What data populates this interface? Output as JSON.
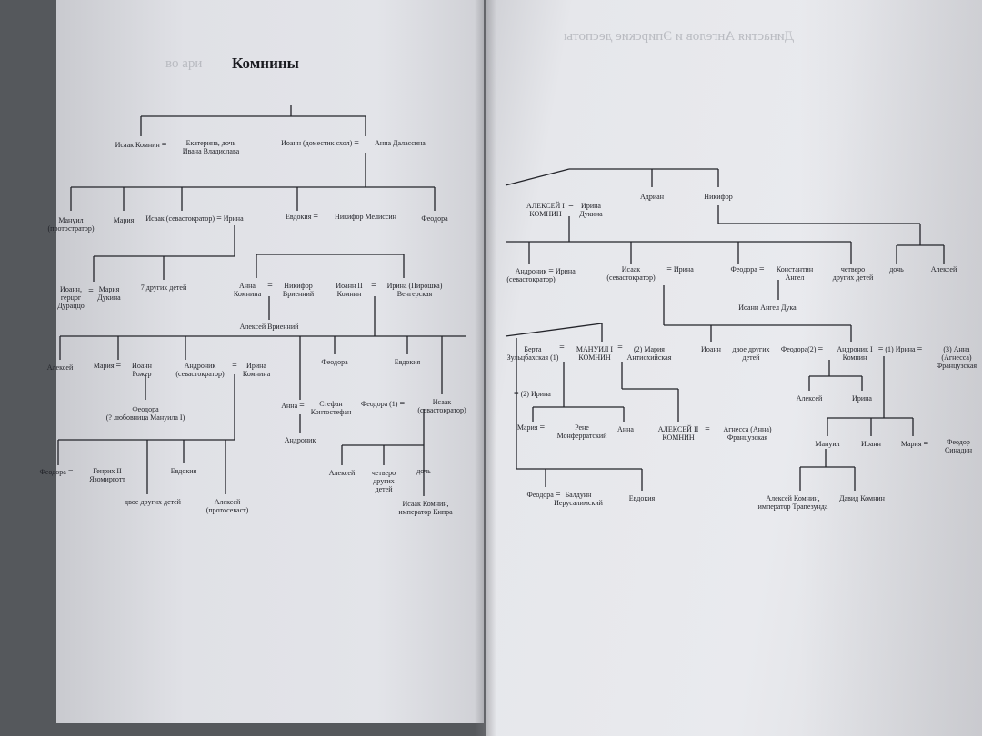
{
  "title": "Комнины",
  "ghost": {
    "right_title": "Династия Ангелов и Эпирские деспоты",
    "left_title": "во ари"
  },
  "labels": {
    "isaak_komnin": "Исаак Комнин",
    "ekaterina": "Екатерина, дочь",
    "ekaterina2": "Ивана Владислава",
    "ioann_domestic": "Иоанн (доместик схол)",
    "anna_dalassina": "Анна Далассина",
    "manuil_proto": "Мануил",
    "manuil_proto2": "(протостратор)",
    "maria1": "Мария",
    "isaak_sebasto": "Исаак (севастократор)",
    "irina1": "Ирина",
    "evdokia1": "Евдокия",
    "nikifor_melissin": "Никифор Мелиссин",
    "feodora1": "Феодора",
    "ioann_gertsog": "Иоанн,",
    "ioann_gertsog2": "герцог",
    "ioann_gertsog3": "Дураццо",
    "maria_dukina": "Мария",
    "maria_dukina2": "Дукина",
    "seven_children": "7 других детей",
    "anna_komnina": "Анна",
    "anna_komnina2": "Комнина",
    "nikifor_vrienny": "Никифор",
    "nikifor_vrienny2": "Вриенний",
    "ioann2": "Иоанн II",
    "ioann2b": "Комнин",
    "irina_piroshka": "Ирина (Пирошка)",
    "irina_piroshka2": "Венгерская",
    "aleksei_vrienny": "Алексей Вриенний",
    "aleksei1": "Алексей",
    "maria2": "Мария",
    "ioann_rozher": "Иоанн",
    "ioann_rozher2": "Рожер",
    "andronik_sebasto": "Андроник",
    "andronik_sebasto2": "(севастократор)",
    "irina_komnina": "Ирина",
    "irina_komnina2": "Комнина",
    "feodora2": "Феодора",
    "evdokia2": "Евдокия",
    "feodora_lover": "Феодора",
    "feodora_lover2": "(? любовница Мануила I)",
    "anna2": "Анна",
    "stefan": "Стефан",
    "stefan2": "Контостефан",
    "feodora_1": "Феодора (1)",
    "isaak_sebasto2": "Исаак",
    "isaak_sebasto2b": "(севастократор)",
    "andronik2": "Андроник",
    "feodora3": "Феодора",
    "genrih": "Генрих II",
    "genrih2": "Язомирготт",
    "evdokia3": "Евдокия",
    "two_children": "двое других детей",
    "aleksei_protosevast": "Алексей",
    "aleksei_protosevast2": "(протосеваст)",
    "aleksei2": "Алексей",
    "four_children": "четверо",
    "four_children2": "других",
    "four_children3": "детей",
    "doch1": "дочь",
    "isaak_kipr": "Исаак Комнин,",
    "isaak_kipr2": "император Кипра",
    "aleksei_i": "АЛЕКСЕЙ I",
    "aleksei_i2": "КОМНИН",
    "irina_dukina": "Ирина",
    "irina_dukina2": "Дукина",
    "adrian": "Адриан",
    "nikifor": "Никифор",
    "andronik_r": "Андроник",
    "andronik_r2": "(севастократор)",
    "irina_r1": "Ирина",
    "isaak_r": "Исаак",
    "isaak_r2": "(севастократор)",
    "irina_r2": "Ирина",
    "feodora_r": "Феодора",
    "konstantin": "Константин",
    "konstantin2": "Ангел",
    "four_r": "четверо",
    "four_r2": "других детей",
    "doch_r": "дочь",
    "aleksei_r": "Алексей",
    "ioann_angel": "Иоанн Ангел Дука",
    "berta": "Берта",
    "berta2": "Зульцбахская (1)",
    "manuil_i": "МАНУИЛ I",
    "manuil_i2": "КОМНИН",
    "maria_antioh": "(2) Мария",
    "maria_antioh2": "Антиохийская",
    "ioann_r": "Иоанн",
    "two_r": "двое других",
    "two_r2": "детей",
    "feodora_2": "Феодора(2)",
    "andronik_i": "Андроник I",
    "andronik_i2": "Комнин",
    "irina_1": "(1) Ирина",
    "anna_agnessa": "(3) Анна",
    "anna_agnessa2": "(Агнесса)",
    "anna_agnessa3": "Французская",
    "irina_2": "(2) Ирина",
    "aleksei_r2": "Алексей",
    "irina_r3": "Ирина",
    "maria_r": "Мария",
    "rene": "Рене",
    "rene2": "Монферратский",
    "anna_r": "Анна",
    "aleksei_ii": "АЛЕКСЕЙ II",
    "aleksei_ii2": "КОМНИН",
    "agnessa": "Агнесса (Анна)",
    "agnessa2": "Французская",
    "manuil_r": "Мануил",
    "ioann_r2": "Иоанн",
    "maria_r2": "Мария",
    "feodor": "Феодор",
    "feodor2": "Синадин",
    "feodora_r2": "Феодора",
    "balduin": "Балдуин",
    "balduin2": "Иерусалимский",
    "evdokia_r": "Евдокия",
    "aleksei_trapezund": "Алексей Комнин,",
    "aleksei_trapezund2": "император Трапезунда",
    "david": "Давид Комнин"
  },
  "colors": {
    "ink": "#1e1f25",
    "paper": "#e3e4e9"
  }
}
